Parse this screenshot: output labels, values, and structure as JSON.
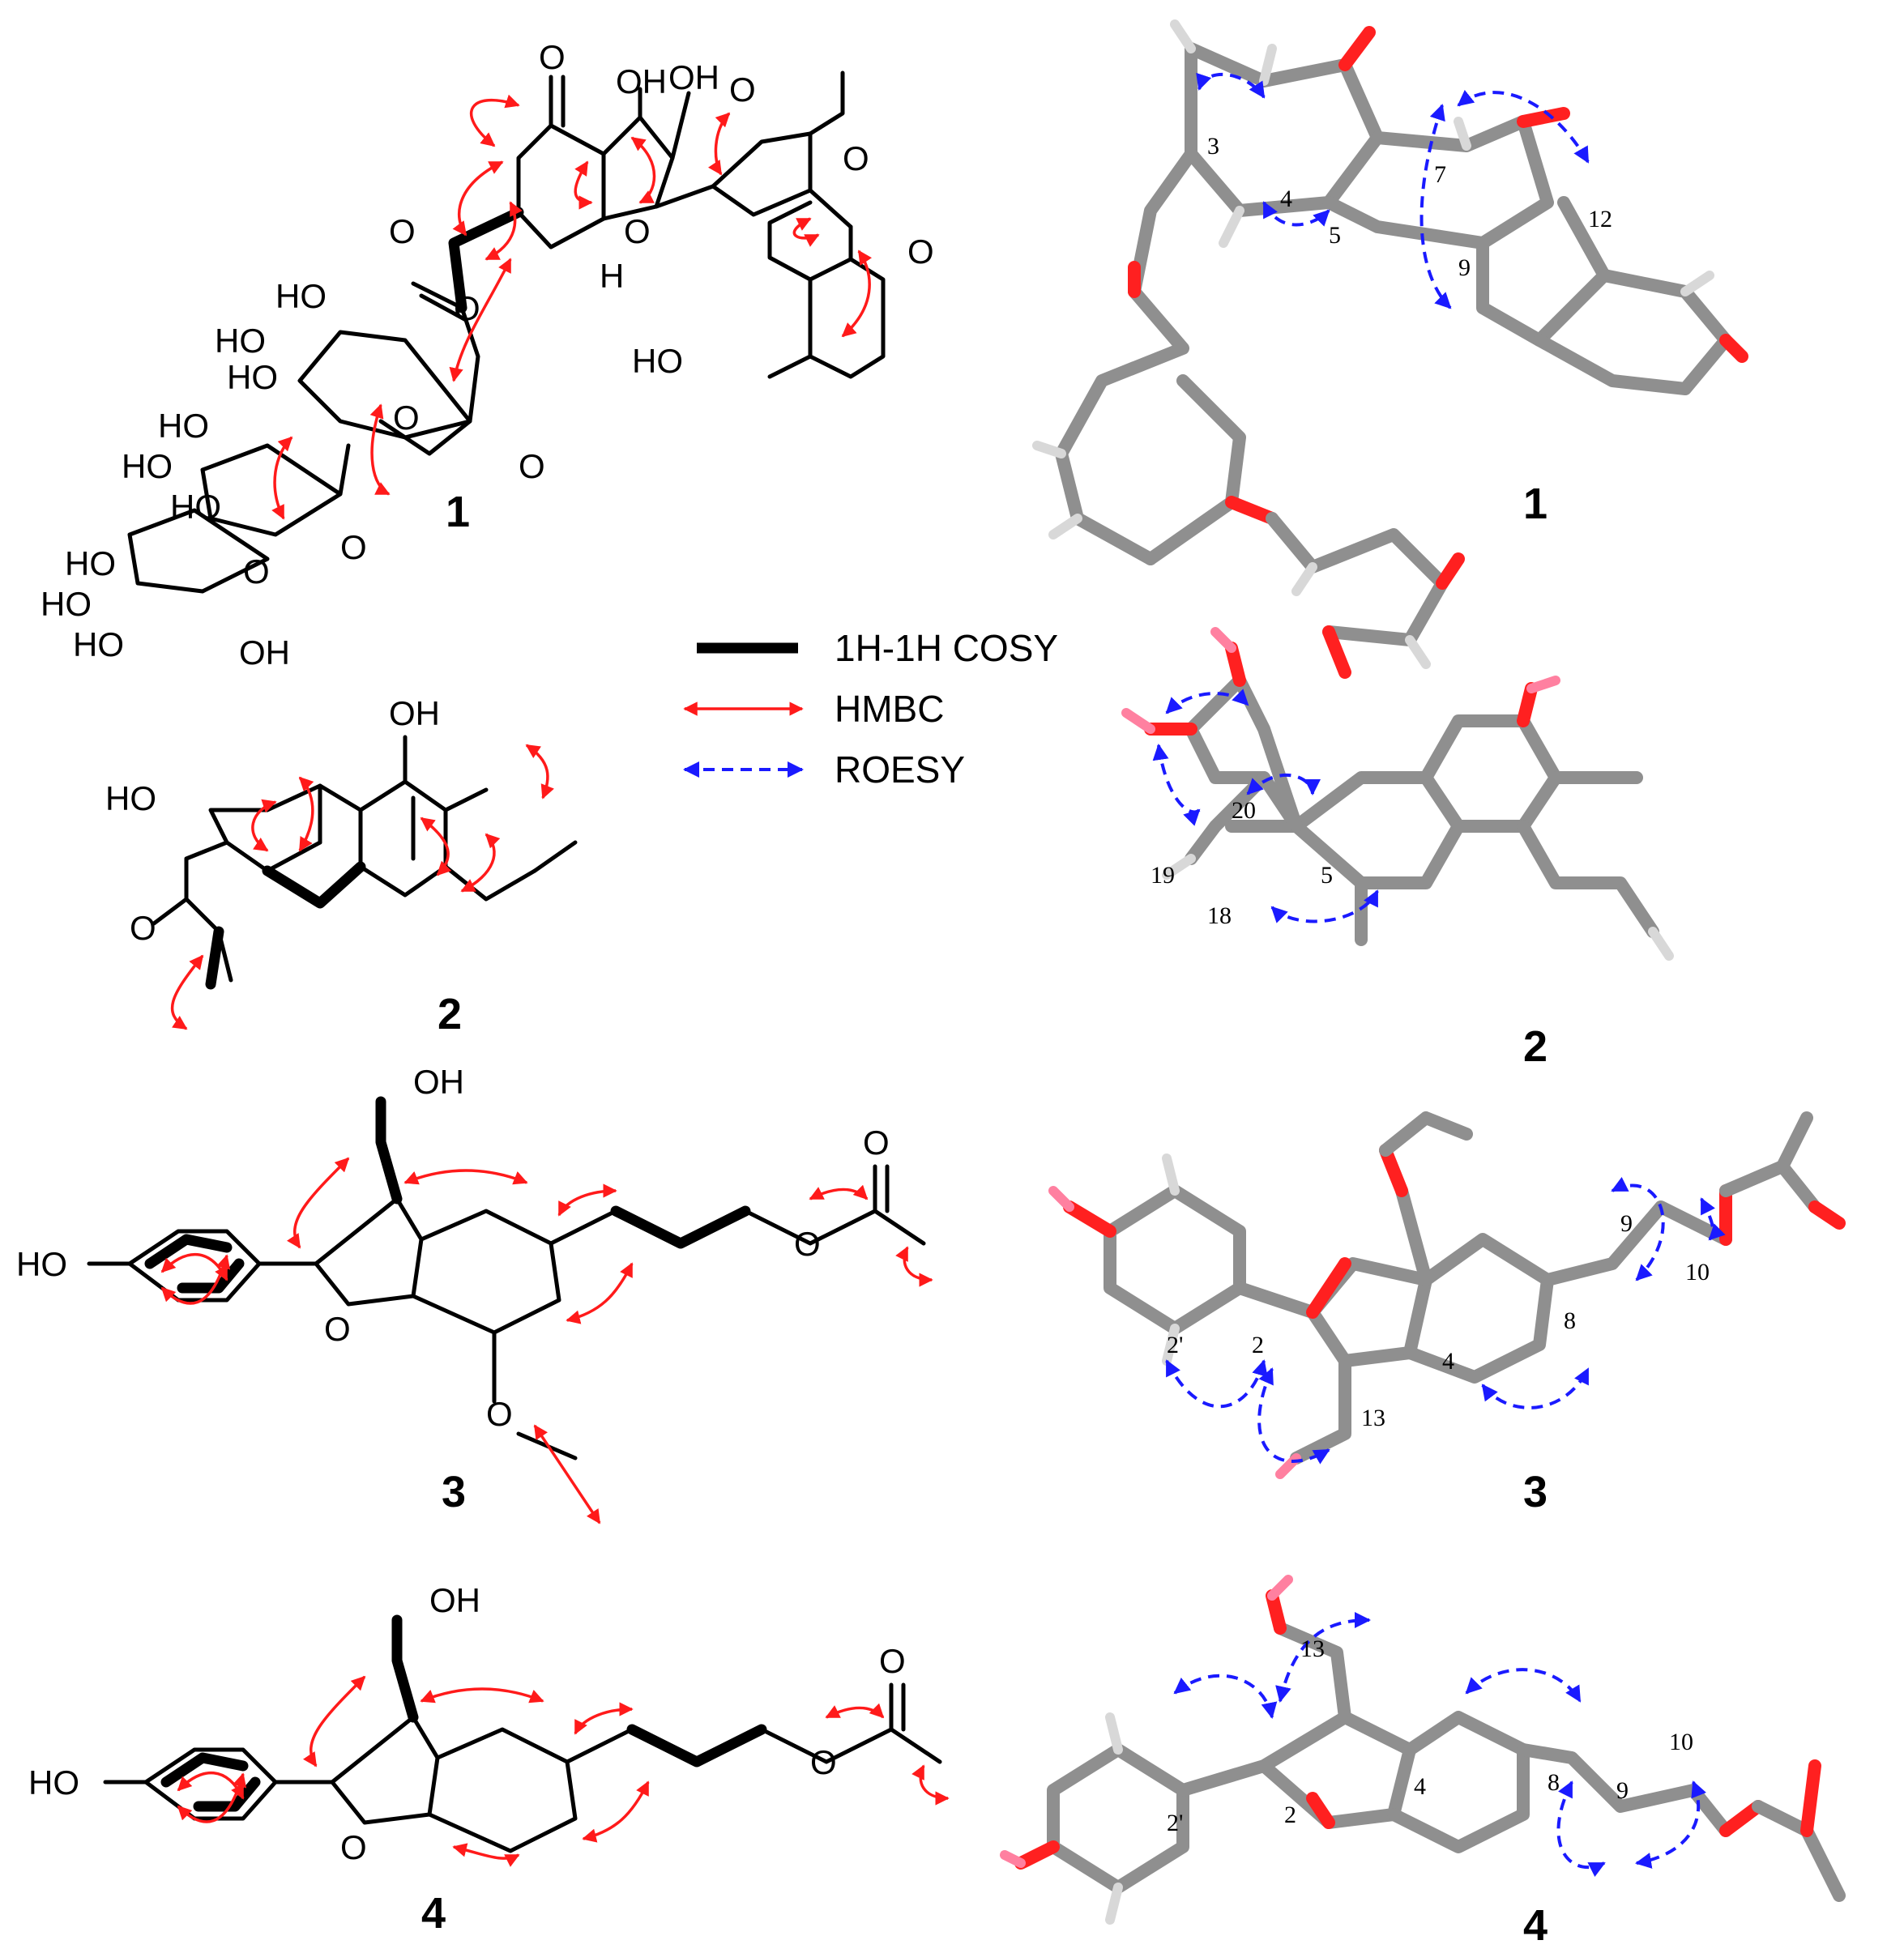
{
  "legend": {
    "cosy_label": "1H-1H COSY",
    "hmbc_label": "HMBC",
    "roesy_label": "ROESY"
  },
  "colors": {
    "hmbc": "#ff1a1a",
    "roesy": "#1a1aff",
    "cosy": "#000000",
    "carbon": "#8f8f8f",
    "oxygen": "#ff2020"
  },
  "compounds": [
    {
      "number": "1"
    },
    {
      "number": "2"
    },
    {
      "number": "3"
    },
    {
      "number": "4"
    }
  ],
  "structure_labels": {
    "c1": [
      "O",
      "OH",
      "OH",
      "O",
      "O",
      "H",
      "O",
      "O",
      "HO",
      "HO",
      "HO",
      "O",
      "O",
      "HO",
      "HO",
      "O",
      "HO",
      "O",
      "HO",
      "O",
      "HO",
      "HO",
      "OH",
      "O",
      "HO"
    ],
    "c2": [
      "OH",
      "HO",
      "O"
    ],
    "c3": [
      "OH",
      "HO",
      "O",
      "O",
      "O",
      "O"
    ],
    "c4": [
      "OH",
      "HO",
      "O",
      "O",
      "O"
    ]
  },
  "model_locants": {
    "m1": [
      "3",
      "4",
      "5",
      "7",
      "9",
      "12"
    ],
    "m2": [
      "20",
      "19",
      "5",
      "18"
    ],
    "m3": [
      "2'",
      "2",
      "4",
      "8",
      "9",
      "10",
      "13"
    ],
    "m4": [
      "13",
      "2'",
      "2",
      "4",
      "8",
      "9",
      "10"
    ]
  }
}
